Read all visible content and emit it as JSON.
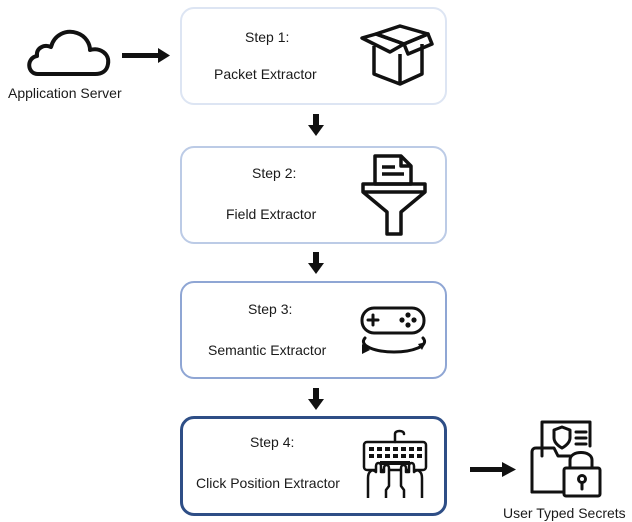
{
  "source": {
    "label": "Application Server",
    "icon": "cloud-icon"
  },
  "steps": [
    {
      "step": "Step 1:",
      "name": "Packet Extractor",
      "icon": "box-icon"
    },
    {
      "step": "Step 2:",
      "name": "Field Extractor",
      "icon": "document-funnel-icon"
    },
    {
      "step": "Step 3:",
      "name": "Semantic Extractor",
      "icon": "gamepad-icon"
    },
    {
      "step": "Step 4:",
      "name": "Click Position Extractor",
      "icon": "keyboard-hands-icon"
    }
  ],
  "output": {
    "label": "User Typed Secrets",
    "icon": "secure-folder-icon"
  },
  "colors": {
    "border1": "#dde5f3",
    "border2": "#bccbe6",
    "border3": "#8fa6d4",
    "border4": "#2e4e86",
    "arrow": "#111111"
  }
}
